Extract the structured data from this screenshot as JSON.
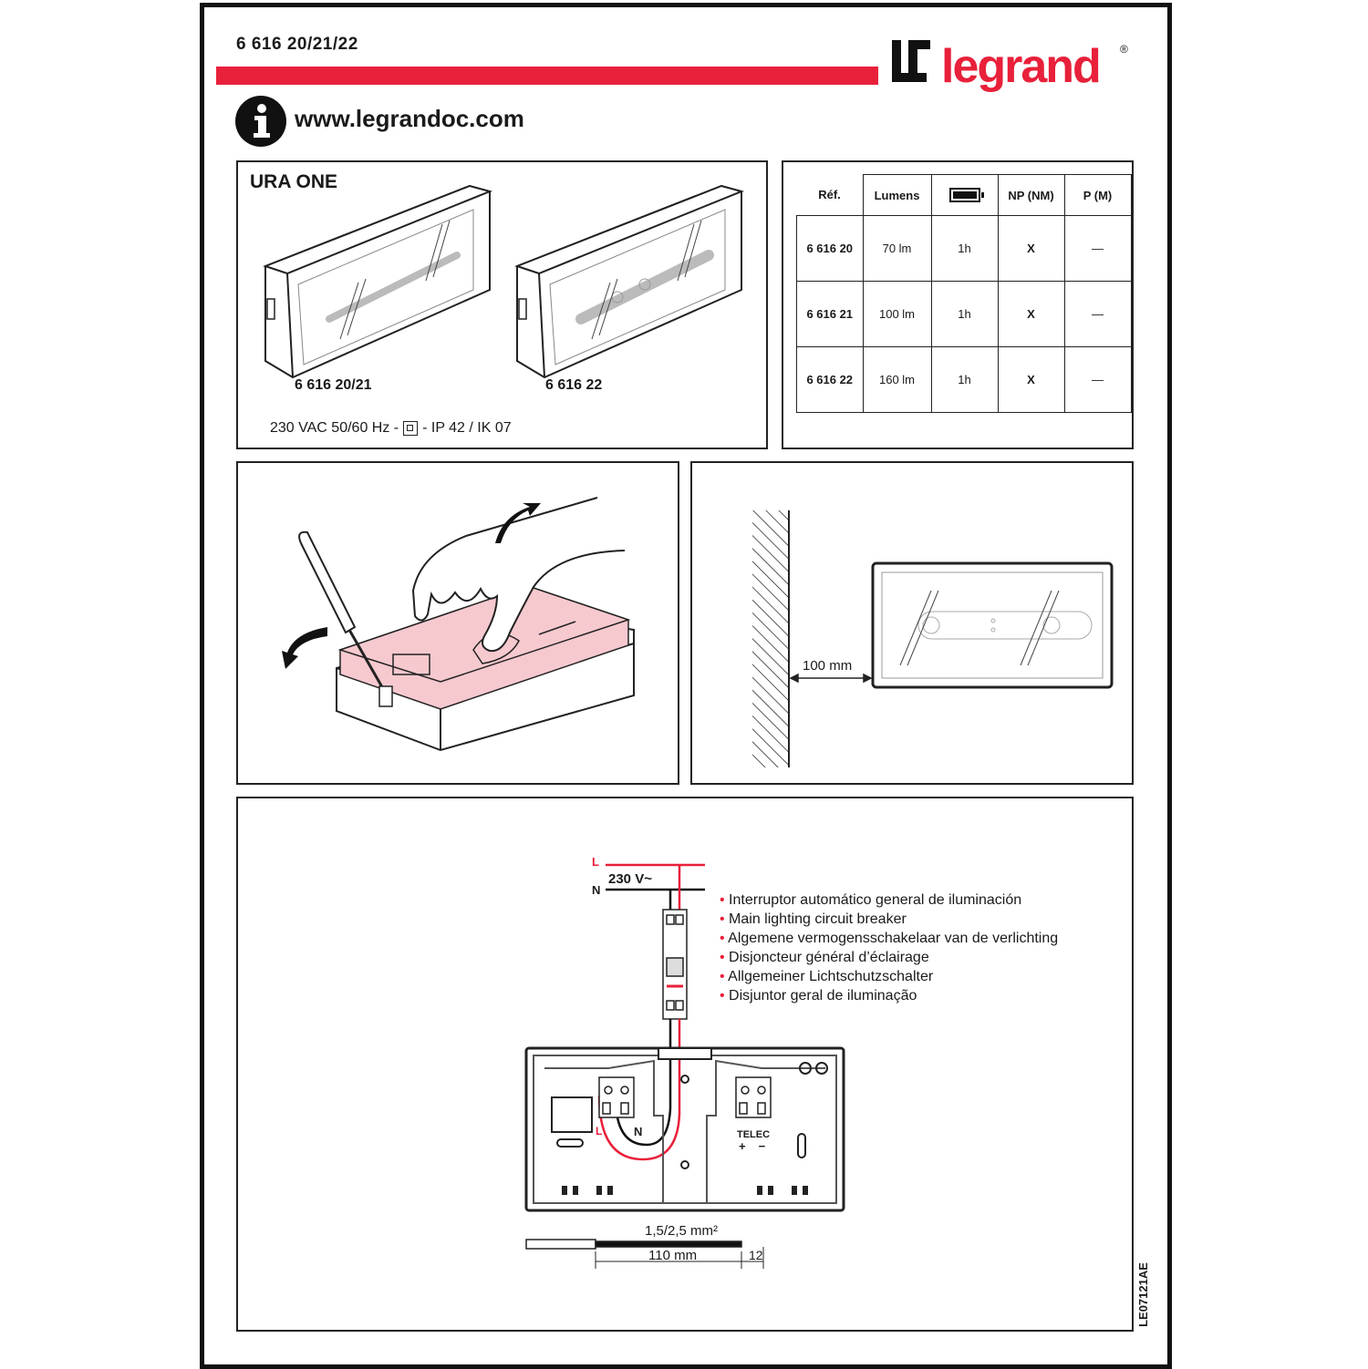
{
  "header": {
    "reference": "6 616 20/21/22",
    "brand": "legrand",
    "brand_mark": "®",
    "accent_color": "#e8203a",
    "info_icon": "info-icon",
    "website": "www.legrandoc.com"
  },
  "product": {
    "name": "URA ONE",
    "variant_a": "6 616 20/21",
    "variant_b": "6 616 22",
    "specs_before": "230 VAC 50/60 Hz -",
    "specs_after": "- IP 42 / IK 07",
    "class_symbol": "double-square-class-ii-icon"
  },
  "ref_table": {
    "headers": [
      "Réf.",
      "Lumens",
      "",
      "NP (NM)",
      "P (M)"
    ],
    "battery_icon": "battery-icon",
    "rows": [
      {
        "ref": "6 616 20",
        "lumens": "70 lm",
        "autonomy": "1h",
        "np": "X",
        "p": "—"
      },
      {
        "ref": "6 616 21",
        "lumens": "100 lm",
        "autonomy": "1h",
        "np": "X",
        "p": "—"
      },
      {
        "ref": "6 616 22",
        "lumens": "160 lm",
        "autonomy": "1h",
        "np": "X",
        "p": "—"
      }
    ]
  },
  "opening": {
    "cover_color": "#f6c9cf"
  },
  "mounting": {
    "distance": "100 mm"
  },
  "wiring": {
    "line_label": "L",
    "neutral_label": "N",
    "voltage": "230 V~",
    "breaker_labels": [
      "Interruptor automático general de iluminación",
      "Main lighting circuit breaker",
      "Algemene vermogensschakelaar van de verlichting",
      "Disjoncteur général d’éclairage",
      "Allgemeiner Lichtschutzschalter",
      "Disjuntor geral de iluminação"
    ],
    "terminal_l": "L",
    "terminal_n": "N",
    "telec_label": "TELEC",
    "telec_polarity": "+−",
    "cable_section": "1,5/2,5 mm²",
    "strip_length": "110 mm",
    "strip_end": "12"
  },
  "footer": {
    "doc_ref": "LE07121AE"
  }
}
